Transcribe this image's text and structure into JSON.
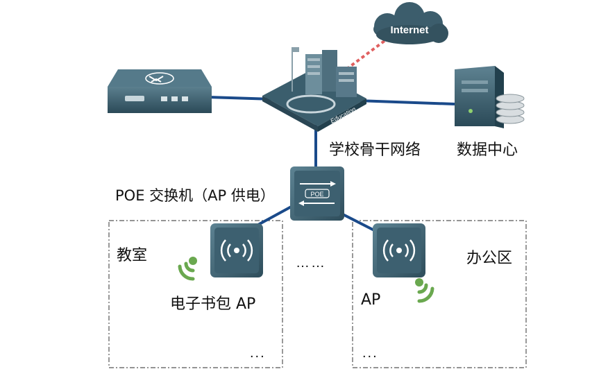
{
  "labels": {
    "internet": "Internet",
    "backbone": "学校骨干网络",
    "datacenter": "数据中心",
    "poe_switch": "POE 交换机（AP 供电）",
    "switch_badge": "POE",
    "education": "Education",
    "classroom": "教室",
    "office": "办公区",
    "ebook_ap": "电子书包 AP",
    "ap": "AP",
    "middle_ellipsis": "……",
    "left_ellipsis": "...",
    "right_ellipsis": "..."
  },
  "colors": {
    "link": "#1a4a8a",
    "internet_link": "#e06060",
    "device_dark": "#2f4f5f",
    "device_mid": "#3f6474",
    "signal_green": "#6aa84f",
    "zone_border": "#555555"
  },
  "icons": {
    "gateway": "gateway-icon",
    "campus": "campus-building-icon",
    "server": "server-icon",
    "cloud": "cloud-icon",
    "switch": "switch-icon",
    "ap": "wireless-ap-icon",
    "wifi_signal": "wifi-signal-icon"
  }
}
